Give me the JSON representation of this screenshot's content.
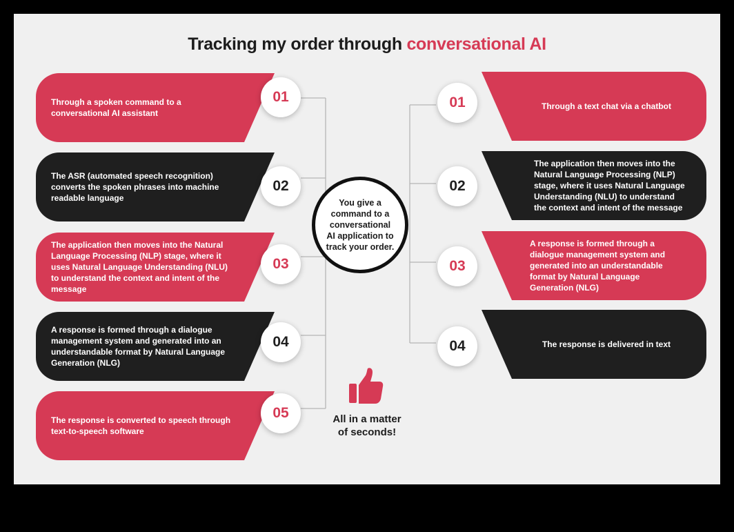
{
  "title": {
    "prefix": "Tracking my order through ",
    "accent": "conversational AI"
  },
  "colors": {
    "accent_red": "#d63a55",
    "dark": "#1f1f1f",
    "background": "#f0f0f0"
  },
  "center": {
    "text": "You give a command to a conversational AI application to track your order."
  },
  "left_steps": [
    {
      "number": "01",
      "text": "Through a spoken command to a conversational AI assistant",
      "color": "red"
    },
    {
      "number": "02",
      "text": "The ASR (automated speech recognition) converts the spoken phrases into machine readable language",
      "color": "dark"
    },
    {
      "number": "03",
      "text": "The application then moves into the Natural Language Processing (NLP) stage, where it uses Natural Language Understanding (NLU) to understand the context and intent of the message",
      "color": "red"
    },
    {
      "number": "04",
      "text": "A response is formed through a dialogue management system and generated into an understandable format by Natural Language Generation (NLG)",
      "color": "dark"
    },
    {
      "number": "05",
      "text": "The response is converted to speech through text-to-speech software",
      "color": "red"
    }
  ],
  "right_steps": [
    {
      "number": "01",
      "text": "Through a  text chat via a chatbot",
      "color": "red"
    },
    {
      "number": "02",
      "text": "The application then moves into the Natural Language Processing (NLP) stage, where it uses Natural Language Understanding (NLU) to understand the context and intent of the message",
      "color": "dark"
    },
    {
      "number": "03",
      "text": "A response is formed through a dialogue management system and generated into an understandable format by Natural Language Generation (NLG)",
      "color": "red"
    },
    {
      "number": "04",
      "text": "The response is delivered in text",
      "color": "dark"
    }
  ],
  "footer": {
    "icon": "thumbs-up-icon",
    "text": "All in a matter of seconds!"
  }
}
